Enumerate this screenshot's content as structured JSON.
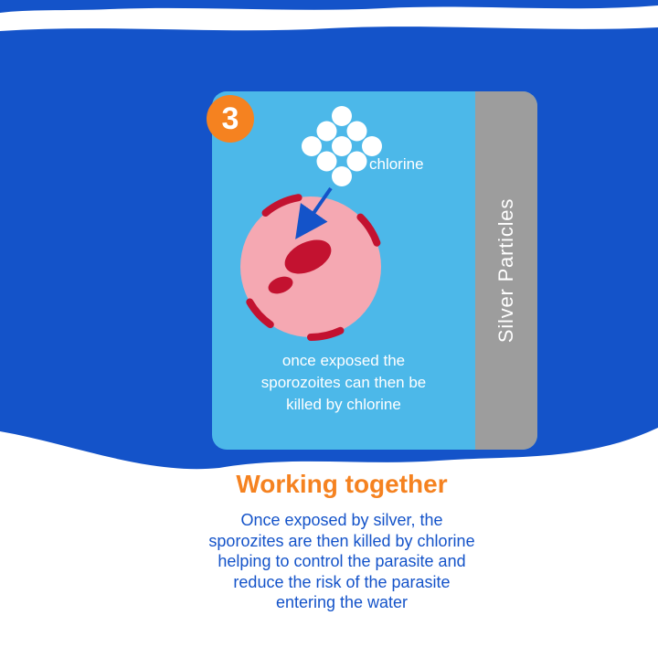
{
  "colors": {
    "brand_blue": "#1453c9",
    "light_blue": "#4cb8e9",
    "panel_gray": "#9d9d9d",
    "accent_orange": "#f58220",
    "cell_pink": "#f5a8b2",
    "dark_red": "#c31230",
    "white": "#ffffff"
  },
  "badge": {
    "number": "3"
  },
  "card": {
    "chlorine_label": "chlorine",
    "side_label": "Silver Particles",
    "caption_lines": [
      "once exposed the",
      "sporozoites can then be",
      "killed by chlorine"
    ]
  },
  "footer": {
    "heading": "Working together",
    "body_lines": [
      "Once exposed by silver, the",
      "sporozites are then killed by chlorine",
      "helping to control the parasite and",
      "reduce the risk of the parasite",
      "entering the water"
    ]
  }
}
